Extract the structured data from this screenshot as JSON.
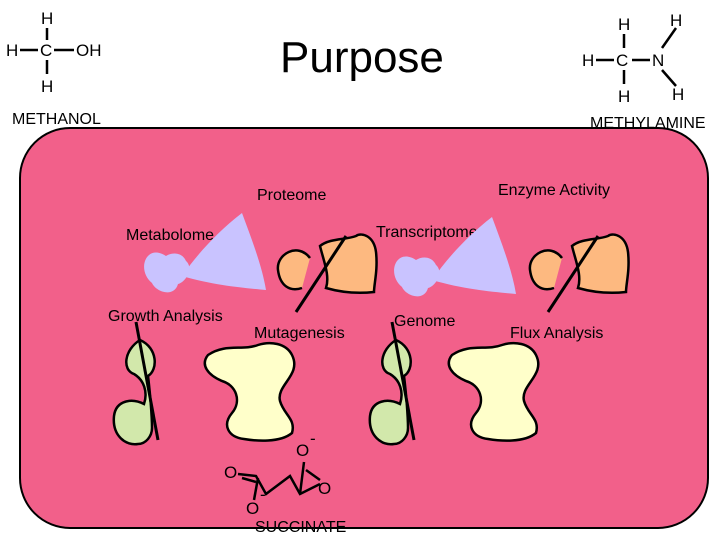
{
  "title": "Purpose",
  "methanol": {
    "name": "METHANOL",
    "h_top": "H",
    "h_left": "H",
    "c": "C",
    "oh": "OH",
    "h_bottom": "H"
  },
  "methylamine": {
    "name": "METHYLAMINE",
    "h_top": "H",
    "h_left": "H",
    "c": "C",
    "n": "N",
    "h_bottom": "H",
    "h_n_top": "H",
    "h_n_bottom": "H"
  },
  "succinate": {
    "name": "SUCCINATE",
    "o_top": "O",
    "o_top_charge": "-",
    "o_left": "O",
    "o_right": "O",
    "o_bottom": "O",
    "o_bottom_charge": "-"
  },
  "labels": {
    "proteome": "Proteome",
    "enzyme_activity": "Enzyme Activity",
    "metabolome": "Metabolome",
    "transcriptome": "Transcriptome",
    "growth_analysis": "Growth Analysis",
    "mutagenesis": "Mutagenesis",
    "genome": "Genome",
    "flux_analysis": "Flux Analysis"
  },
  "colors": {
    "panel": "#f2608a",
    "lavender": "#c9c3ff",
    "orange": "#fdb980",
    "green": "#d2e8ab",
    "cream": "#ffffca"
  }
}
